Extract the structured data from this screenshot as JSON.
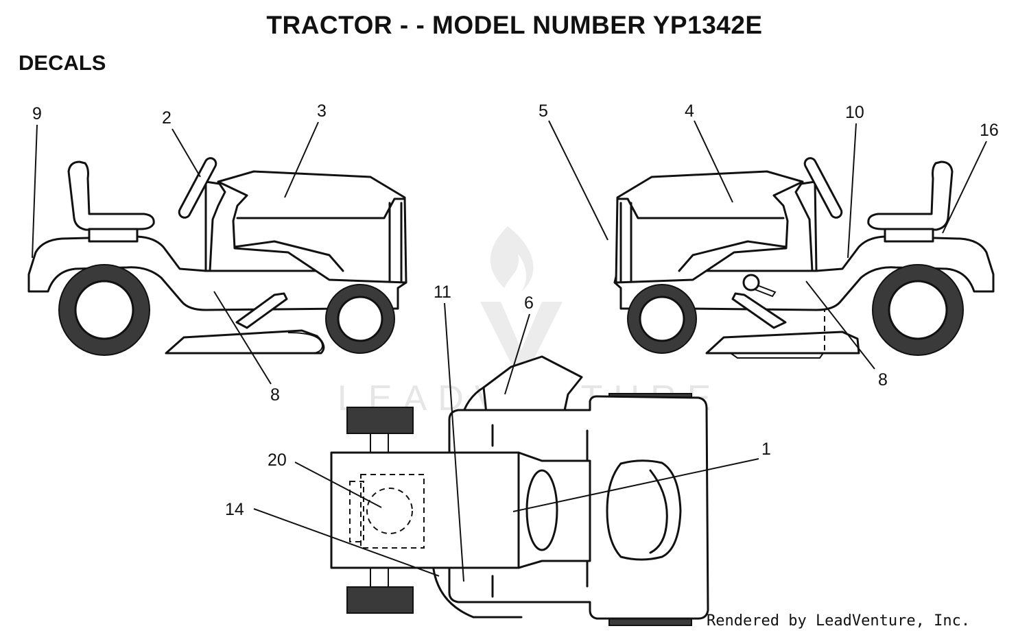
{
  "title": "TRACTOR - - MODEL NUMBER YP1342E",
  "section": "DECALS",
  "watermark": "LEADVENTURE",
  "credit": "Rendered by LeadVenture, Inc.",
  "callouts": [
    {
      "id": "c9",
      "label": "9"
    },
    {
      "id": "c2",
      "label": "2"
    },
    {
      "id": "c3",
      "label": "3"
    },
    {
      "id": "c8a",
      "label": "8"
    },
    {
      "id": "c5",
      "label": "5"
    },
    {
      "id": "c4",
      "label": "4"
    },
    {
      "id": "c10",
      "label": "10"
    },
    {
      "id": "c16",
      "label": "16"
    },
    {
      "id": "c8b",
      "label": "8"
    },
    {
      "id": "c11",
      "label": "11"
    },
    {
      "id": "c6",
      "label": "6"
    },
    {
      "id": "c1",
      "label": "1"
    },
    {
      "id": "c20",
      "label": "20"
    },
    {
      "id": "c14",
      "label": "14"
    }
  ]
}
